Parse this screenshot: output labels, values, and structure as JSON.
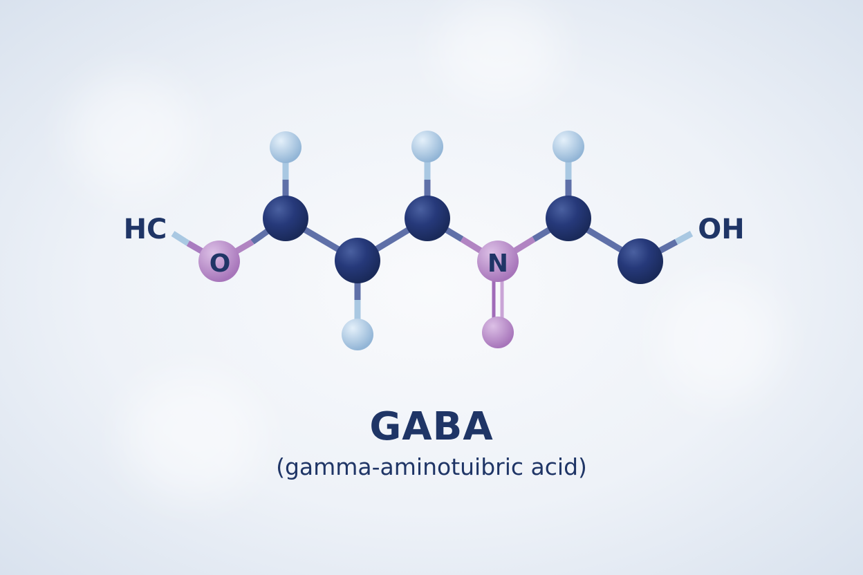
{
  "molecule": {
    "atom_labels": {
      "left_group": "HC",
      "oxygen": "O",
      "nitrogen": "N",
      "right_group": "OH"
    }
  },
  "title": "GABA",
  "subtitle": "(gamma-aminotuibric acid)",
  "colors": {
    "carbon": "#243a70",
    "hydrogen": "#a9c8e2",
    "hetero": "#b184c2",
    "bond": "#5f70a8",
    "text": "#1f3566"
  }
}
